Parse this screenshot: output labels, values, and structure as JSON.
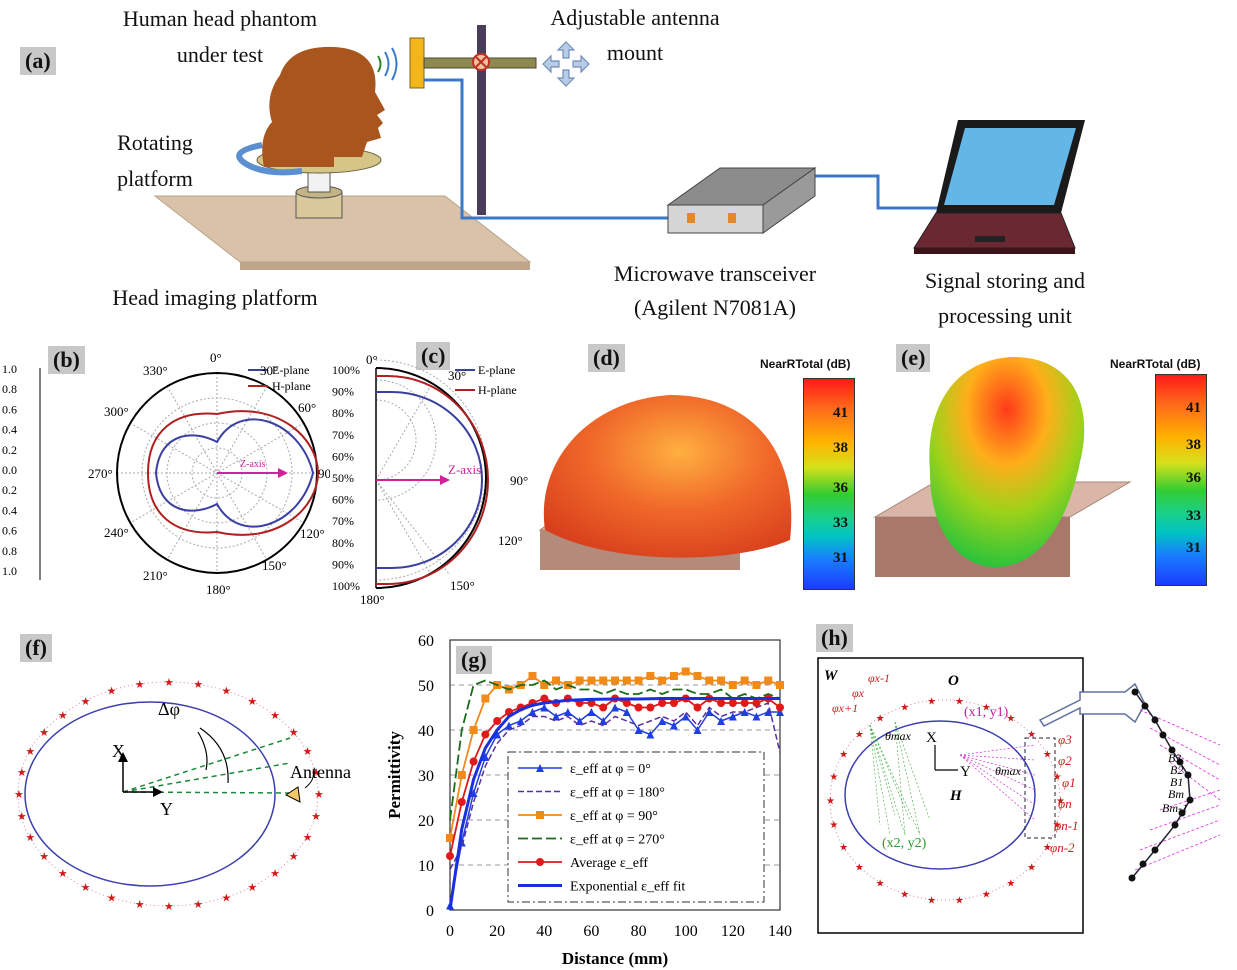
{
  "panels": {
    "a": "(a)",
    "b": "(b)",
    "c": "(c)",
    "d": "(d)",
    "e": "(e)",
    "f": "(f)",
    "g": "(g)",
    "h": "(h)"
  },
  "panel_a": {
    "phantom_line1": "Human head phantom",
    "phantom_line2": "under test",
    "mount_line1": "Adjustable antenna",
    "mount_line2": "mount",
    "rotating_line1": "Rotating",
    "rotating_line2": "platform",
    "platform_label": "Head imaging platform",
    "transceiver_line1": "Microwave transceiver",
    "transceiver_line2": "(Agilent N7081A)",
    "unit_line1": "Signal storing and",
    "unit_line2": "processing unit"
  },
  "panel_b": {
    "radial_ticks": [
      "1.0",
      "0.8",
      "0.6",
      "0.4",
      "0.2",
      "0.0",
      "0.2",
      "0.4",
      "0.6",
      "0.8",
      "1.0"
    ],
    "angles": [
      "0°",
      "30°",
      "60°",
      "90°",
      "120°",
      "150°",
      "180°",
      "210°",
      "240°",
      "270°",
      "300°",
      "330°"
    ],
    "legend": [
      "E-plane",
      "H-plane"
    ],
    "axis_label": "Z-axis"
  },
  "panel_c": {
    "pct_ticks": [
      "100%",
      "90%",
      "80%",
      "70%",
      "60%",
      "50%",
      "60%",
      "70%",
      "80%",
      "90%",
      "100%"
    ],
    "angles": [
      "0°",
      "30°",
      "90°",
      "120°",
      "150°",
      "180°"
    ],
    "legend": [
      "E-plane",
      "H-plane"
    ],
    "axis_label": "Z-axis"
  },
  "colorbar": {
    "title": "NearRTotal (dB)",
    "ticks": [
      "41",
      "38",
      "36",
      "33",
      "31"
    ],
    "colors": [
      "#ff1a1a",
      "#ffb300",
      "#33cc33",
      "#00c4c4",
      "#1a3cff"
    ]
  },
  "panel_f": {
    "x_axis": "X",
    "y_axis": "Y",
    "delta_phi": "Δφ",
    "antenna": "Antenna"
  },
  "chart_data": {
    "type": "line",
    "xlabel": "Distance (mm)",
    "ylabel": "Permittivity",
    "xlim": [
      0,
      140
    ],
    "ylim": [
      0,
      60
    ],
    "xticks": [
      "0",
      "20",
      "40",
      "60",
      "80",
      "100",
      "120",
      "140"
    ],
    "yticks": [
      "0",
      "10",
      "20",
      "30",
      "40",
      "50",
      "60"
    ],
    "grid": "horizontal dashed",
    "legend_position": "bottom-right",
    "series": [
      {
        "name": "ε_eff at φ = 0°",
        "color": "#1f3fe0",
        "x": [
          0,
          5,
          10,
          15,
          20,
          25,
          30,
          35,
          40,
          45,
          50,
          55,
          60,
          65,
          70,
          75,
          80,
          85,
          90,
          95,
          100,
          105,
          110,
          115,
          120,
          125,
          130,
          135,
          140
        ],
        "y": [
          1,
          15,
          26,
          34,
          39,
          41,
          42,
          44,
          45,
          43,
          44,
          42,
          44,
          42,
          45,
          44,
          40,
          39,
          42,
          41,
          43,
          40,
          44,
          42,
          43,
          44,
          43,
          44,
          44
        ]
      },
      {
        "name": "ε_eff at φ = 180°",
        "color": "#5a2fa0",
        "x": [
          0,
          5,
          10,
          15,
          20,
          25,
          30,
          35,
          40,
          45,
          50,
          55,
          60,
          65,
          70,
          75,
          80,
          85,
          90,
          95,
          100,
          105,
          110,
          115,
          120,
          125,
          130,
          135,
          140
        ],
        "y": [
          9,
          14,
          24,
          32,
          37,
          40,
          41,
          43,
          43,
          42,
          43,
          41,
          42,
          41,
          43,
          42,
          41,
          42,
          43,
          42,
          44,
          41,
          45,
          43,
          44,
          44,
          45,
          46,
          35
        ]
      },
      {
        "name": "ε_eff at φ = 90°",
        "color": "#f28a1a",
        "x": [
          0,
          5,
          10,
          15,
          20,
          25,
          30,
          35,
          40,
          45,
          50,
          55,
          60,
          65,
          70,
          75,
          80,
          85,
          90,
          95,
          100,
          105,
          110,
          115,
          120,
          125,
          130,
          135,
          140
        ],
        "y": [
          16,
          30,
          40,
          47,
          50,
          49,
          50,
          52,
          50,
          51,
          50,
          51,
          51,
          51,
          51,
          51,
          51,
          52,
          51,
          52,
          53,
          52,
          51,
          51,
          50,
          51,
          50,
          51,
          50
        ]
      },
      {
        "name": "ε_eff at φ = 270°",
        "color": "#1a6b1a",
        "x": [
          0,
          5,
          10,
          15,
          20,
          25,
          30,
          35,
          40,
          45,
          50,
          55,
          60,
          65,
          70,
          75,
          80,
          85,
          90,
          95,
          100,
          105,
          110,
          115,
          120,
          125,
          130,
          135,
          140
        ],
        "y": [
          20,
          40,
          50,
          51,
          50,
          49,
          50,
          50,
          51,
          49,
          50,
          49,
          49,
          48,
          49,
          48,
          48,
          49,
          48,
          49,
          49,
          48,
          48,
          49,
          47,
          48,
          47,
          48,
          47
        ]
      },
      {
        "name": "Average ε_eff",
        "color": "#e01a1a",
        "x": [
          0,
          5,
          10,
          15,
          20,
          25,
          30,
          35,
          40,
          45,
          50,
          55,
          60,
          65,
          70,
          75,
          80,
          85,
          90,
          95,
          100,
          105,
          110,
          115,
          120,
          125,
          130,
          135,
          140
        ],
        "y": [
          12,
          24,
          33,
          39,
          42,
          44,
          45,
          46,
          47,
          46,
          47,
          46,
          46,
          45,
          47,
          46,
          45,
          45,
          46,
          46,
          47,
          45,
          47,
          46,
          46,
          46,
          46,
          47,
          45
        ]
      },
      {
        "name": "Exponential ε_eff fit",
        "color": "#1a2fe0",
        "x": [
          0,
          5,
          10,
          15,
          20,
          25,
          30,
          35,
          40,
          50,
          60,
          70,
          80,
          90,
          100,
          110,
          120,
          130,
          140
        ],
        "y": [
          0,
          18,
          29,
          36,
          40,
          43,
          44.5,
          45.5,
          46,
          46.6,
          46.8,
          46.9,
          46.9,
          47,
          47,
          47,
          47,
          47,
          47
        ]
      }
    ]
  },
  "panel_h": {
    "W": "W",
    "O": "O",
    "H": "H",
    "phi_x_minus1": "φx-1",
    "phi_x": "φx",
    "phi_x_plus1": "φx+1",
    "theta_max": "θmax",
    "theta_max2": "θmax",
    "p1": "(x1, y1)",
    "p2": "(x2, y2)",
    "X": "X",
    "Y": "Y",
    "phis": [
      "φ3",
      "φ2",
      "φ1",
      "φn",
      "φn-1",
      "φn-2"
    ],
    "Bs": [
      "B3",
      "B2",
      "B1",
      "Bm",
      "Bm-1"
    ]
  }
}
